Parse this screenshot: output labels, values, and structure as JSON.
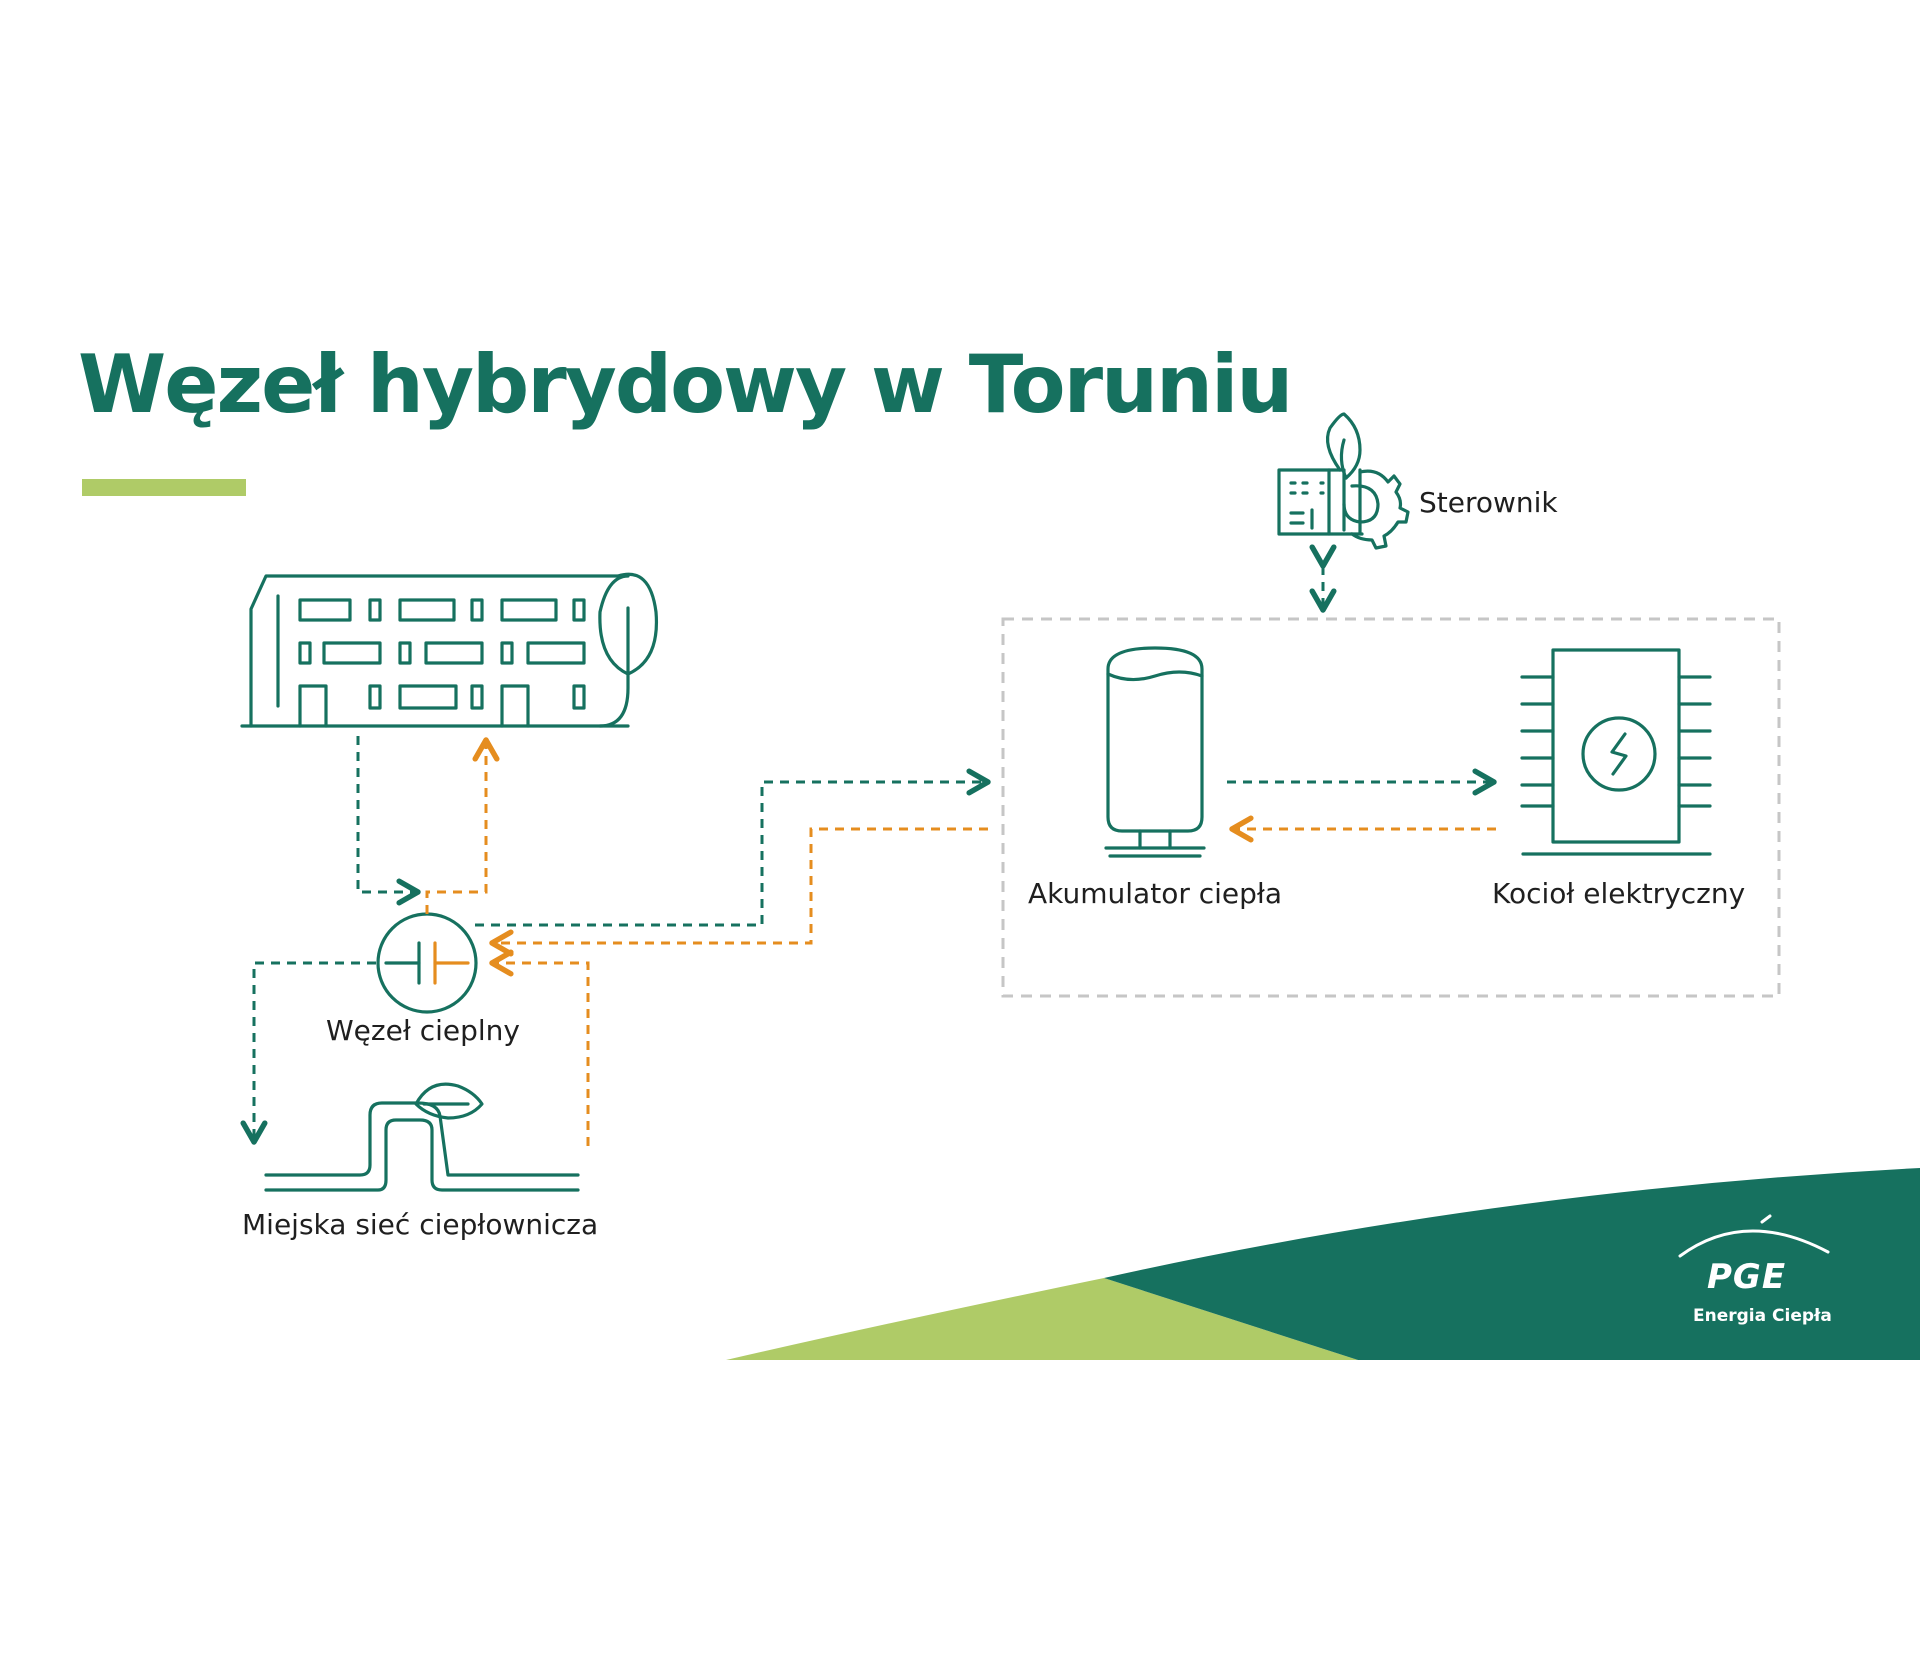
{
  "title": "Węzeł hybrydowy w Toruniu",
  "labels": {
    "heat_node": "Węzeł cieplny",
    "district_network": "Miejska sieć ciepłownicza",
    "heat_accumulator": "Akumulator ciepła",
    "electric_boiler": "Kocioł elektryczny",
    "controller": "Sterownik"
  },
  "brand": {
    "name": "PGE",
    "subtitle": "Energia Ciepła"
  },
  "icons": {
    "building": "building-with-leaf-icon",
    "heat_node": "heat-exchanger-icon",
    "district_network": "pipe-network-leaf-icon",
    "heat_accumulator": "storage-tank-icon",
    "electric_boiler": "electric-boiler-icon",
    "controller": "controller-gear-leaf-icon"
  },
  "colors": {
    "primary_green": "#16715f",
    "accent_lime": "#afcb67",
    "flow_orange": "#e58d1f",
    "boundary_gray": "#c6c6c6"
  }
}
